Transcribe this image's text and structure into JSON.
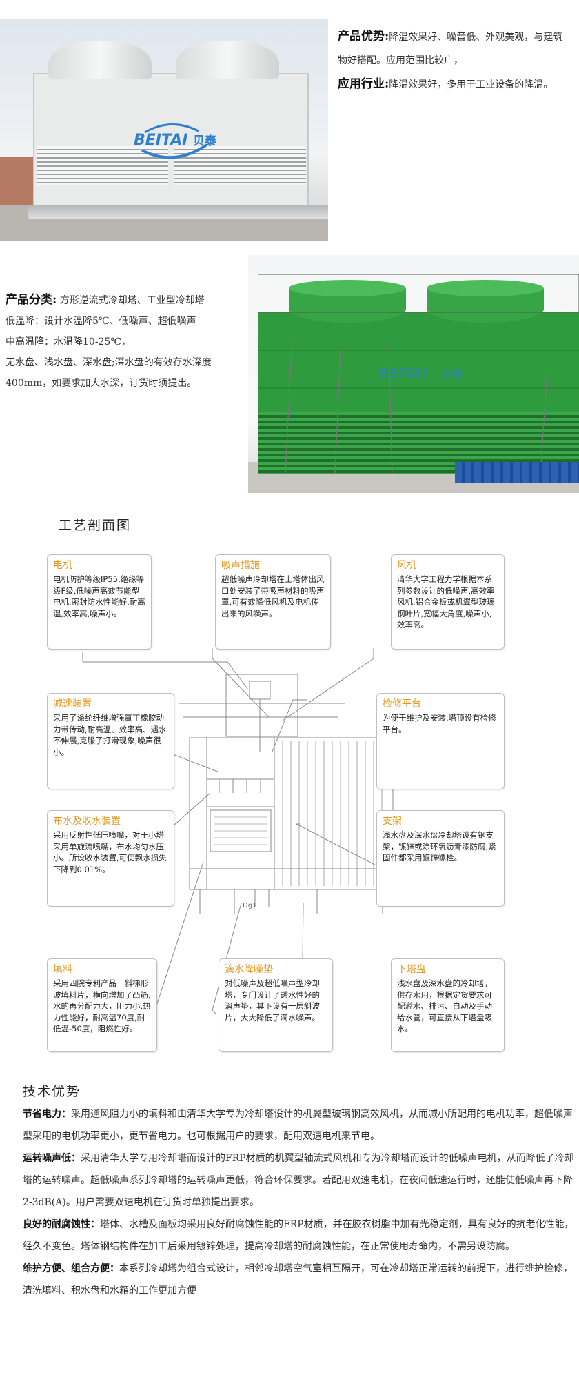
{
  "section1": {
    "logo_text": "BEITAI",
    "logo_cn": "贝泰",
    "adv_label": "产品优势:",
    "adv_text": "降温效果好、噪音低、外观美观，与建筑物好搭配。应用范围比较广，",
    "ind_label": "应用行业:",
    "ind_text": "降温效果好，多用于工业设备的降温。"
  },
  "section2": {
    "cat_label": "产品分类:",
    "cat_text": "方形逆流式冷却塔、工业型冷却塔",
    "lines": [
      "低温降：设计水温降5℃、低噪声、超低噪声",
      "中高温降：水温降10-25℃，",
      "无水盘、浅水盘、深水盘;深水盘的有效存水深度400mm，如要求加大水深，订货时须提出。"
    ],
    "logo_text": "BEITAI",
    "logo_cn": "贝泰"
  },
  "diagram": {
    "title": "工艺剖面图",
    "label_pipe": "Dg1",
    "boxes": [
      {
        "title": "电机",
        "text": "电机防护等级IP55,绝缘等级F级,低噪声高效节能型电机,密封防水性能好,耐高温,效率高,噪声小。"
      },
      {
        "title": "吸声措施",
        "text": "超低噪声冷却塔在上塔体出风口处安装了带吸声材料的吸声罩,可有效降低风机及电机传出来的风噪声。"
      },
      {
        "title": "风机",
        "text": "清华大学工程力学根据本系列参数设计的低噪声,高效率风机,铝合金板或机翼型玻璃钢叶片,宽幅大角度,噪声小,效率高。"
      },
      {
        "title": "减速装置",
        "text": "采用了涤纶纤维增强氯丁橡胶动力带传动,耐高温、效率高、遇水不伸展,克服了打滑现象,噪声很小。"
      },
      {
        "title": "检修平台",
        "text": "为便于维护及安装,塔顶设有检修平台。"
      },
      {
        "title": "布水及收水装置",
        "text": "采用反射性低压喷嘴，对于小塔采用单旋流喷嘴，布水均匀水压小。所设收水装置,可使飘水损失下降到0.01%。"
      },
      {
        "title": "支架",
        "text": "浅水盘及深水盘冷却塔设有钢支架，镀锌或涂环氧沥青漆防腐,紧固件都采用镀锌螺栓。"
      },
      {
        "title": "填料",
        "text": "采用四院专利产品一斜梯形波填料片，横向增加了凸筋,水的再分配力大，阻力小,热力性能好，耐高温70度,耐低温-50度，阻燃性好。"
      },
      {
        "title": "滴水降噪垫",
        "text": "对低噪声及超低噪声型冷却塔，专门设计了透水性好的消声垫，其下设有一层斜波片，大大降低了滴水噪声。"
      },
      {
        "title": "下塔盘",
        "text": "浅水盘及深水盘的冷却塔，供存水用，根据定货要求可配溢水、排污、自动及手动给水管，可直接从下塔盘吸水。"
      }
    ]
  },
  "tech": {
    "title": "技术优势",
    "items": [
      {
        "label": "节省电力：",
        "text": "采用通风阻力小的填料和由清华大学专为冷却塔设计的机翼型玻璃钢高效风机，从而减小所配用的电机功率，超低噪声型采用的电机功率更小，更节省电力。也可根据用户的要求，配用双速电机来节电。"
      },
      {
        "label": "运转噪声低：",
        "text": "采用清华大学专用冷却塔而设计的FRP材质的机翼型轴流式风机和专为冷却塔而设计的低噪声电机，从而降低了冷却塔的运转噪声。超低噪声系列冷却塔的运转噪声更低，符合环保要求。若配用双速电机，在夜间低速运行时，还能使低噪声再下降2-3dB(A)。用户需要双速电机在订货时单独提出要求。"
      },
      {
        "label": "良好的耐腐蚀性：",
        "text": "塔体、水槽及面板均采用良好耐腐蚀性能的FRP材质，并在胶衣树脂中加有光稳定剂，具有良好的抗老化性能，经久不变色。塔体钢结构件在加工后采用镀锌处理，提高冷却塔的耐腐蚀性能，在正常使用寿命内，不需另设防腐。"
      },
      {
        "label": "维护方便、组合方便：",
        "text": "本系列冷却塔为组合式设计，相邻冷却塔空气室相互隔开，可在冷却塔正常运转的前提下，进行维护检修，清洗填料、积水盘和水箱的工作更加方便"
      }
    ]
  },
  "colors": {
    "box_title": "#e5981d",
    "tower_green": "#2e9b3e",
    "logo_blue": "#2f7fcf"
  }
}
